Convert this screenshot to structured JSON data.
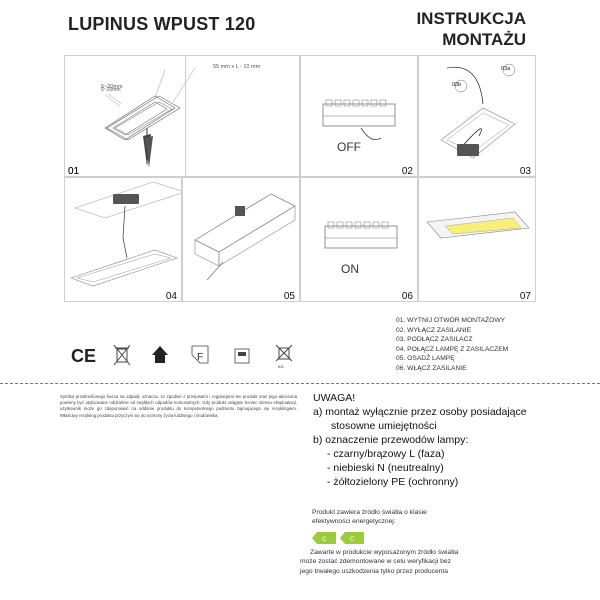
{
  "header": {
    "title": "LUPINUS WPUST 120",
    "instr_line1": "INSTRUKCJA",
    "instr_line2": "MONTAŻU"
  },
  "panels": {
    "p01": {
      "num": "01",
      "dim_a": "5~20mm",
      "dim_b": "55 mm x L - 10 mm"
    },
    "p02": {
      "num": "02",
      "state": "OFF"
    },
    "p03": {
      "num": "03",
      "tag_a": "03b",
      "tag_b": "03a"
    },
    "p04": {
      "num": "04"
    },
    "p05": {
      "num": "05"
    },
    "p06": {
      "num": "06",
      "state": "ON"
    },
    "p07": {
      "num": "07"
    }
  },
  "steps": [
    "01. WYTNIJ OTWÓR MONTAŻOWY",
    "02. WYŁĄCZ ZASILANIE",
    "03. PODŁĄCZ ZASILACZ",
    "04. POŁĄCZ LAMPĘ Z ZASILACZEM",
    "05. OSADŹ LAMPĘ",
    "06. WŁĄCZ ZASILANIE"
  ],
  "icons": [
    "ce-mark-icon",
    "waste-bin-icon",
    "house-icon",
    "f-mark-icon",
    "weight-icon",
    "no-bin-icon"
  ],
  "icon_texts": {
    "ce": "CE",
    "f": "F",
    "kg": "KG"
  },
  "recycle_text": "Symbol przekreślonego kosza na odpady oznacza, że zgodnie z przepisami i regulacjami ten produkt oraz jego akcesoria powinny być utylizowane oddzielnie od zwykłych odpadów komunalnych. Gdy produkt osiągnie koniec okresu eksploatacji, użytkownik może go zdeponować na oddanie produktu do kompetentnego podmiotu zajmującego się recyklingiem. Właściwy recykling produktu przyczyni się do ochrony życia ludzkiego i środowiska.",
  "uwaga": {
    "title": "UWAGA!",
    "a1": "a) montaż wyłącznie przez osoby posiadające",
    "a2": "stosowne umiejętności",
    "b": "b) oznaczenie przewodów lampy:",
    "b1": "- czarny/brązowy L (faza)",
    "b2": "- niebieski N (neutrealny)",
    "b3": "- żółtozielony PE (ochronny)"
  },
  "product": {
    "line1": "Produkt zawiera źródło światła o klasie",
    "line2": "efektywności energetycznej:",
    "badge1": "C",
    "badge2": "C"
  },
  "warning": {
    "line1": "Zawarte w produkcie wyposażonym źródło światła",
    "line2": "może zostać zdemontowane w celu weryfikacji bez",
    "line3": "jego trwałego uszkodzenia tylko przez producenta"
  },
  "colors": {
    "badge_green": "#9ccc3c",
    "led_yellow": "#f6ef7a"
  }
}
